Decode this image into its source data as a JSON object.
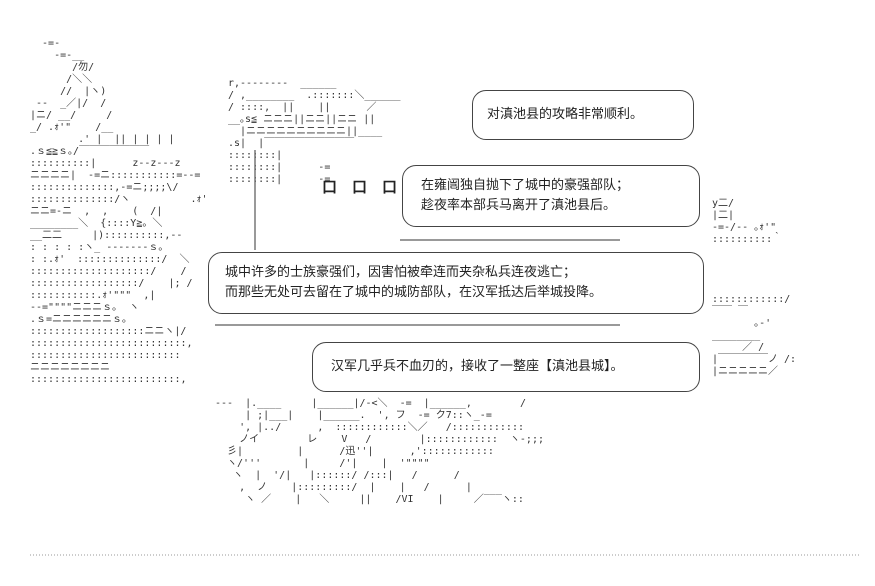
{
  "bubbles": [
    {
      "lines": [
        "对滇池县的攻略非常顺利。"
      ]
    },
    {
      "lines": [
        "在雍闿独自抛下了城中的豪强部队；",
        "趁夜率本部兵马离开了滇池县后。"
      ]
    },
    {
      "lines": [
        "城中许多的士族豪强们，因害怕被牵连而夹杂私兵连夜逃亡；",
        "而那些无处可去留在了城中的城防部队，在汉军抵达后举城投降。"
      ]
    },
    {
      "lines": [
        "汉军几乎兵不血刃的，接收了一整座【滇池县城】。"
      ]
    }
  ],
  "panel_marks": "口　口　口",
  "art": {
    "top_left": "  -=-\n    -=-__\n       /勿/\n      /＼＼\n     //  |ヽ)\n --  _／|/  /\n|ニ/ __/     /\n_/ .ｫ'\"    /__\n        .' |  || | | | |\n.ｓ≦≧ｓ｡/￣￣￣￣￣￣￣\n::::::::::|      z--z---z\nニニニニ|  -=ニ:::::::::::=--=\n::::::::::::::,-=ニ;;;;\\/\n::::::::::::::/ヽ          .ｫ'\nニニ=-ニ  ,  ,    (  /|\n________＼  {::::Y≧。＼\n__二二     |)::::::::::,-‐\n: : : : :ヽ_ -‐‐‐‐‐‐ｓ｡\n: :.ｫ'  ::::::::::::::/  ＼\n::::::::::::::::::::/    /\n::::::::::::::::::/    |; /\n:::::::::::.ｫ'\"\"\"  ,|\n--=\"\"\"\"ニニニｓ｡  ヽ\n.ｓ=ニニニニニニｓ｡\n:::::::::::::::::::ニニヽ|/\n::::::::::::::::::::::::::,\n:::::::::::::::::::::::::\nニニニニニニニニ\n:::::::::::::::::::::::::,",
    "top_mid": "r,--------  ______\n/ ,________  .:::::::＼______\n/ ::::,  ||    ||      ／\n__｡s≦ ニニニ||ニニ||ニニ ||\n  |ニニニニニニニニニニ||____\n.s|  |￣￣￣￣￣￣￣￣￣\n::::::::|\n::::::::|      -=\n::::::::|      -=",
    "right_side": "y二/\n|二|\n-=-/-- ｡ｫ'\"\n::::::::::｀\n\n\n\n\n::::::::::::/\n￣￣ ￣\n       ｡-'\n________\n     ／ /\n|￣￣￣￣￣ノ /:\n|ニニニニニ／",
    "bottom_mid": "---  |.____     |______|/-<＼  -=  |______,        /\n     | ;|___|    |______.  ', フ  -= ク7::ヽ_-=\n    ', |../      ,  ::::::::::::＼／   /::::::::::::\n    ノイ        レ    V   /        |::::::::::::  ヽ-;;;\n  彡|         |      /迅''|      ,'::::::::::::\n  ヽ/'''       |     /'|    |  '\"\"\"\"\n   ヽ  |  '/|   |::::::/ /:::|   /      /\n    ,  ノ    |:::::::::/  |    |   /      |\n     ヽ ／    |   ＼     ||    /VI    |     ／‾‾‾ヽ::"
  }
}
